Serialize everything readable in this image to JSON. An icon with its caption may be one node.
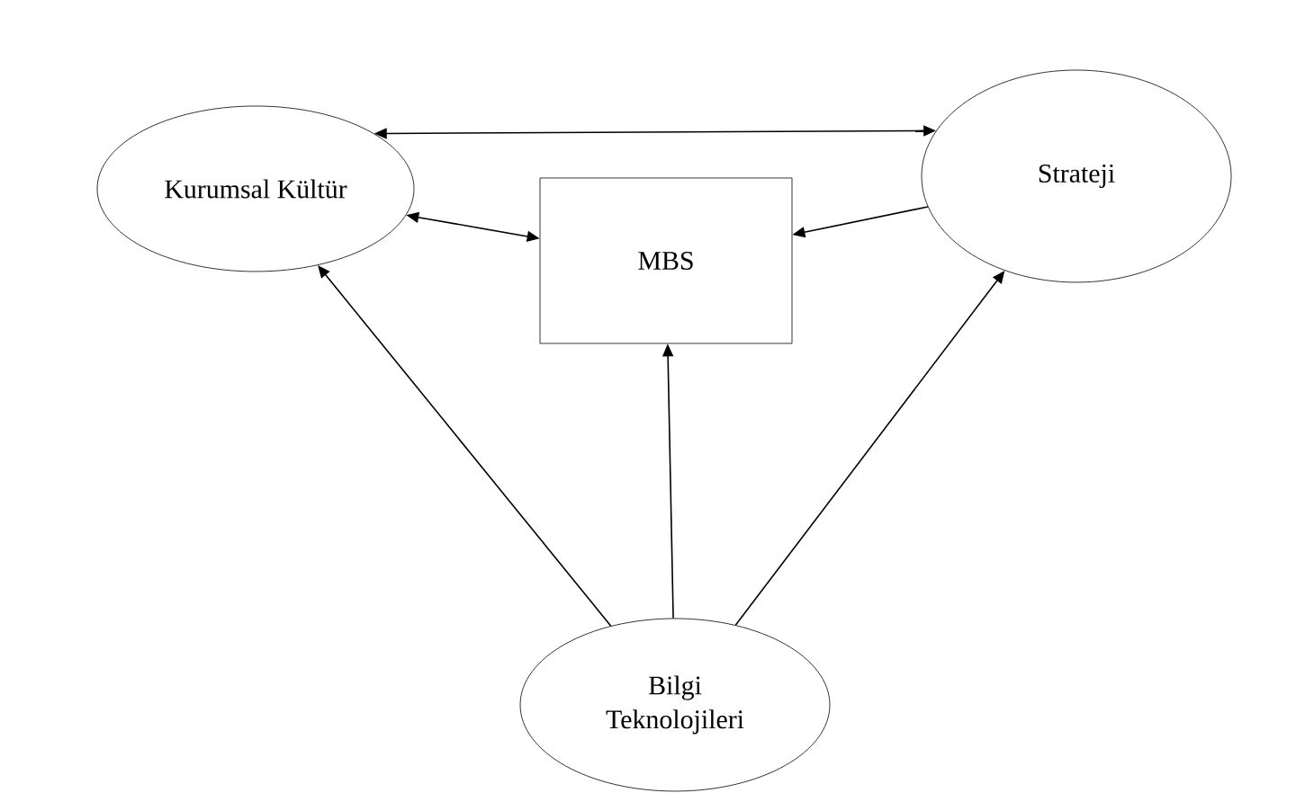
{
  "diagram": {
    "nodes": [
      {
        "text": [
          "Kurumsal Kültür"
        ]
      },
      {
        "text": [
          "Strateji"
        ]
      },
      {
        "text": [
          "MBS"
        ]
      },
      {
        "text": [
          "Bilgi Teknolojileri"
        ]
      }
    ],
    "edges": [
      {
        "from": 0,
        "to": 1,
        "arrow": "both"
      },
      {
        "from": 0,
        "to": 2,
        "arrow": "both"
      },
      {
        "from": 1,
        "to": 2,
        "arrow": "to"
      },
      {
        "from": 3,
        "to": 0,
        "arrow": "to"
      },
      {
        "from": 3,
        "to": 2,
        "arrow": "to"
      },
      {
        "from": 3,
        "to": 1,
        "arrow": "to"
      }
    ]
  }
}
